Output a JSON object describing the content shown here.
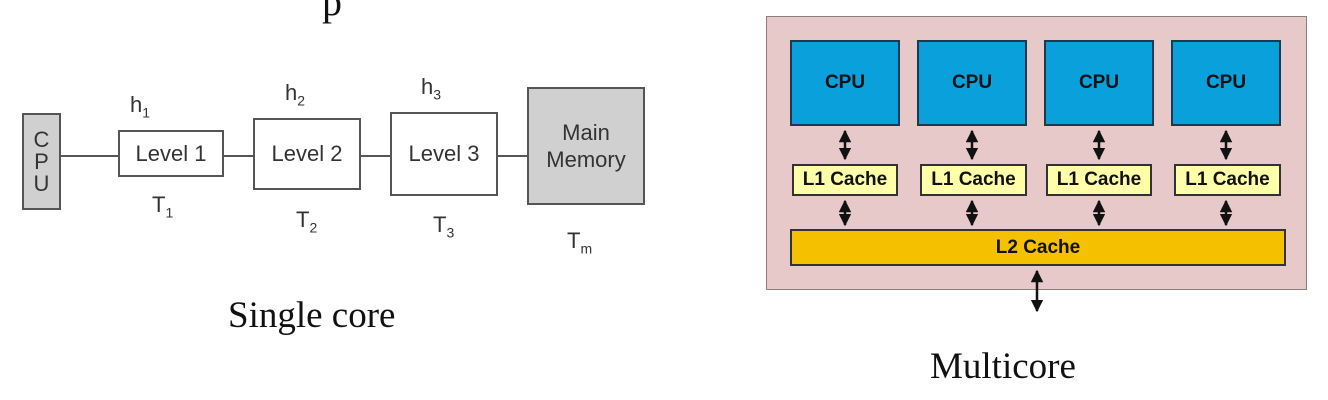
{
  "top_fragment": "p",
  "single_core": {
    "cpu_letters": [
      "C",
      "P",
      "U"
    ],
    "levels": [
      {
        "label": "Level 1",
        "h_base": "h",
        "h_sub": "1",
        "t_base": "T",
        "t_sub": "1"
      },
      {
        "label": "Level 2",
        "h_base": "h",
        "h_sub": "2",
        "t_base": "T",
        "t_sub": "2"
      },
      {
        "label": "Level 3",
        "h_base": "h",
        "h_sub": "3",
        "t_base": "T",
        "t_sub": "3"
      }
    ],
    "main_memory": {
      "line1": "Main",
      "line2": "Memory",
      "t_base": "T",
      "t_sub": "m"
    },
    "caption": "Single core"
  },
  "multicore": {
    "cpus": [
      "CPU",
      "CPU",
      "CPU",
      "CPU"
    ],
    "l1_caches": [
      "L1 Cache",
      "L1 Cache",
      "L1 Cache",
      "L1 Cache"
    ],
    "l2_cache": "L2 Cache",
    "caption": "Multicore",
    "colors": {
      "chip": "#e7c9c9",
      "cpu": "#0aa0dc",
      "l1": "#ffffaa",
      "l2": "#f5c000"
    }
  }
}
